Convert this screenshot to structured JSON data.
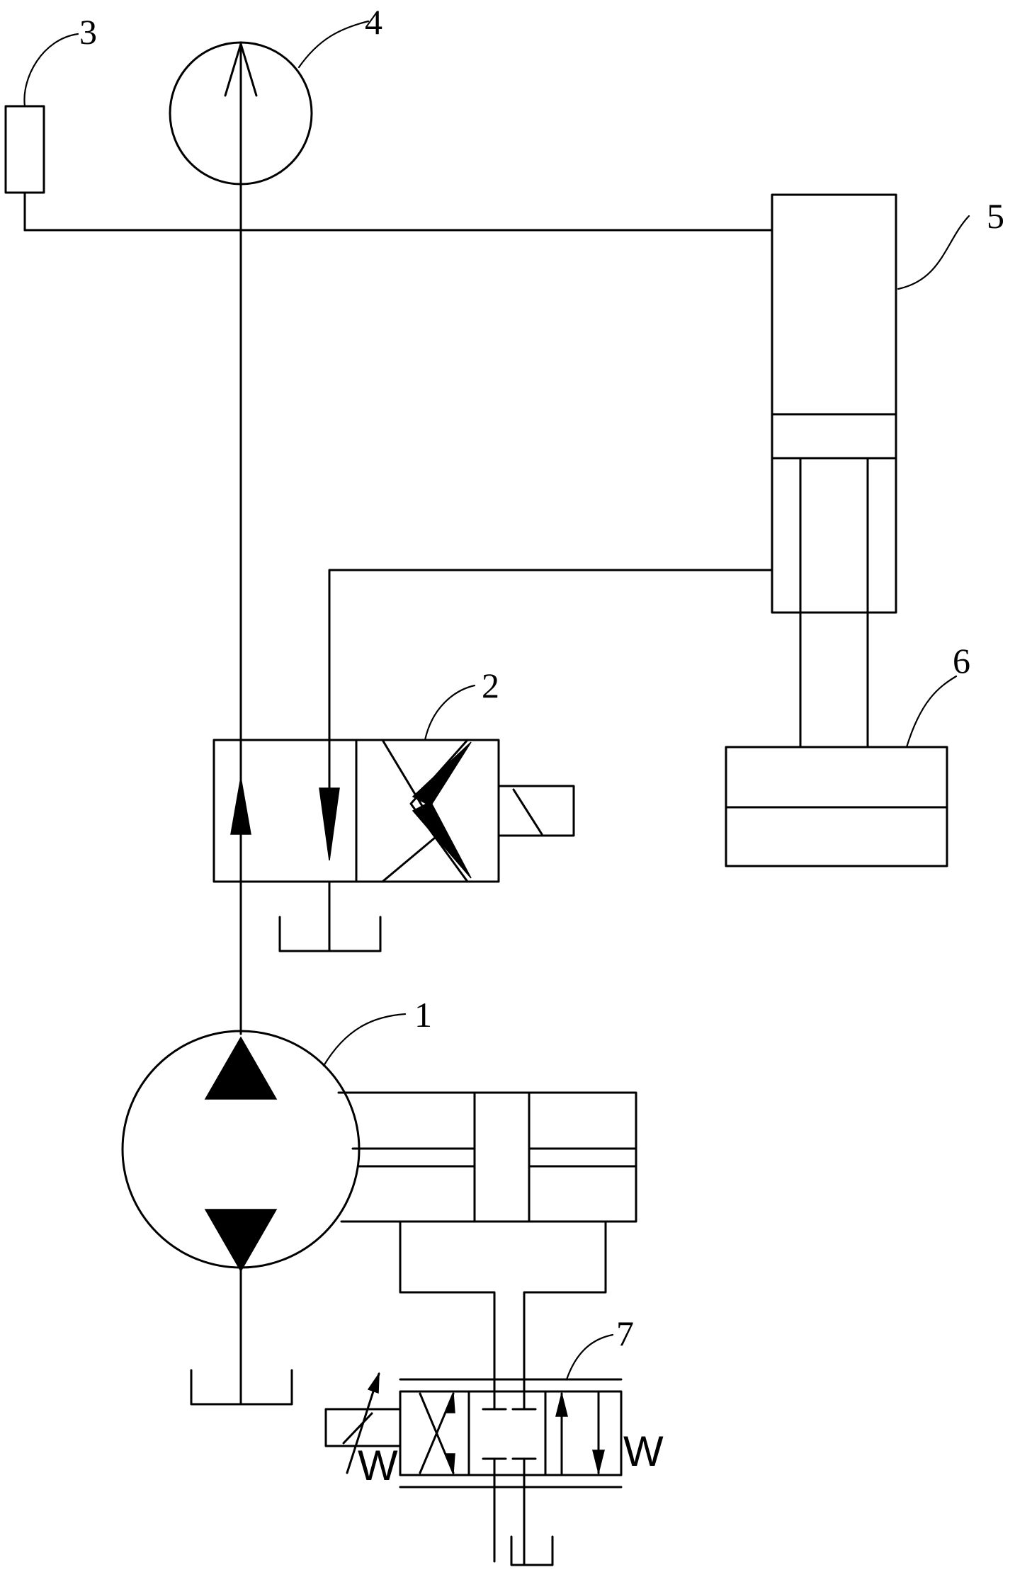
{
  "diagram": {
    "labels": {
      "pump": "1",
      "solenoid_valve": "2",
      "accumulator": "3",
      "pressure_gauge": "4",
      "hydraulic_cylinder": "5",
      "load": "6",
      "proportional_valve": "7"
    },
    "spring_symbol": "W"
  }
}
